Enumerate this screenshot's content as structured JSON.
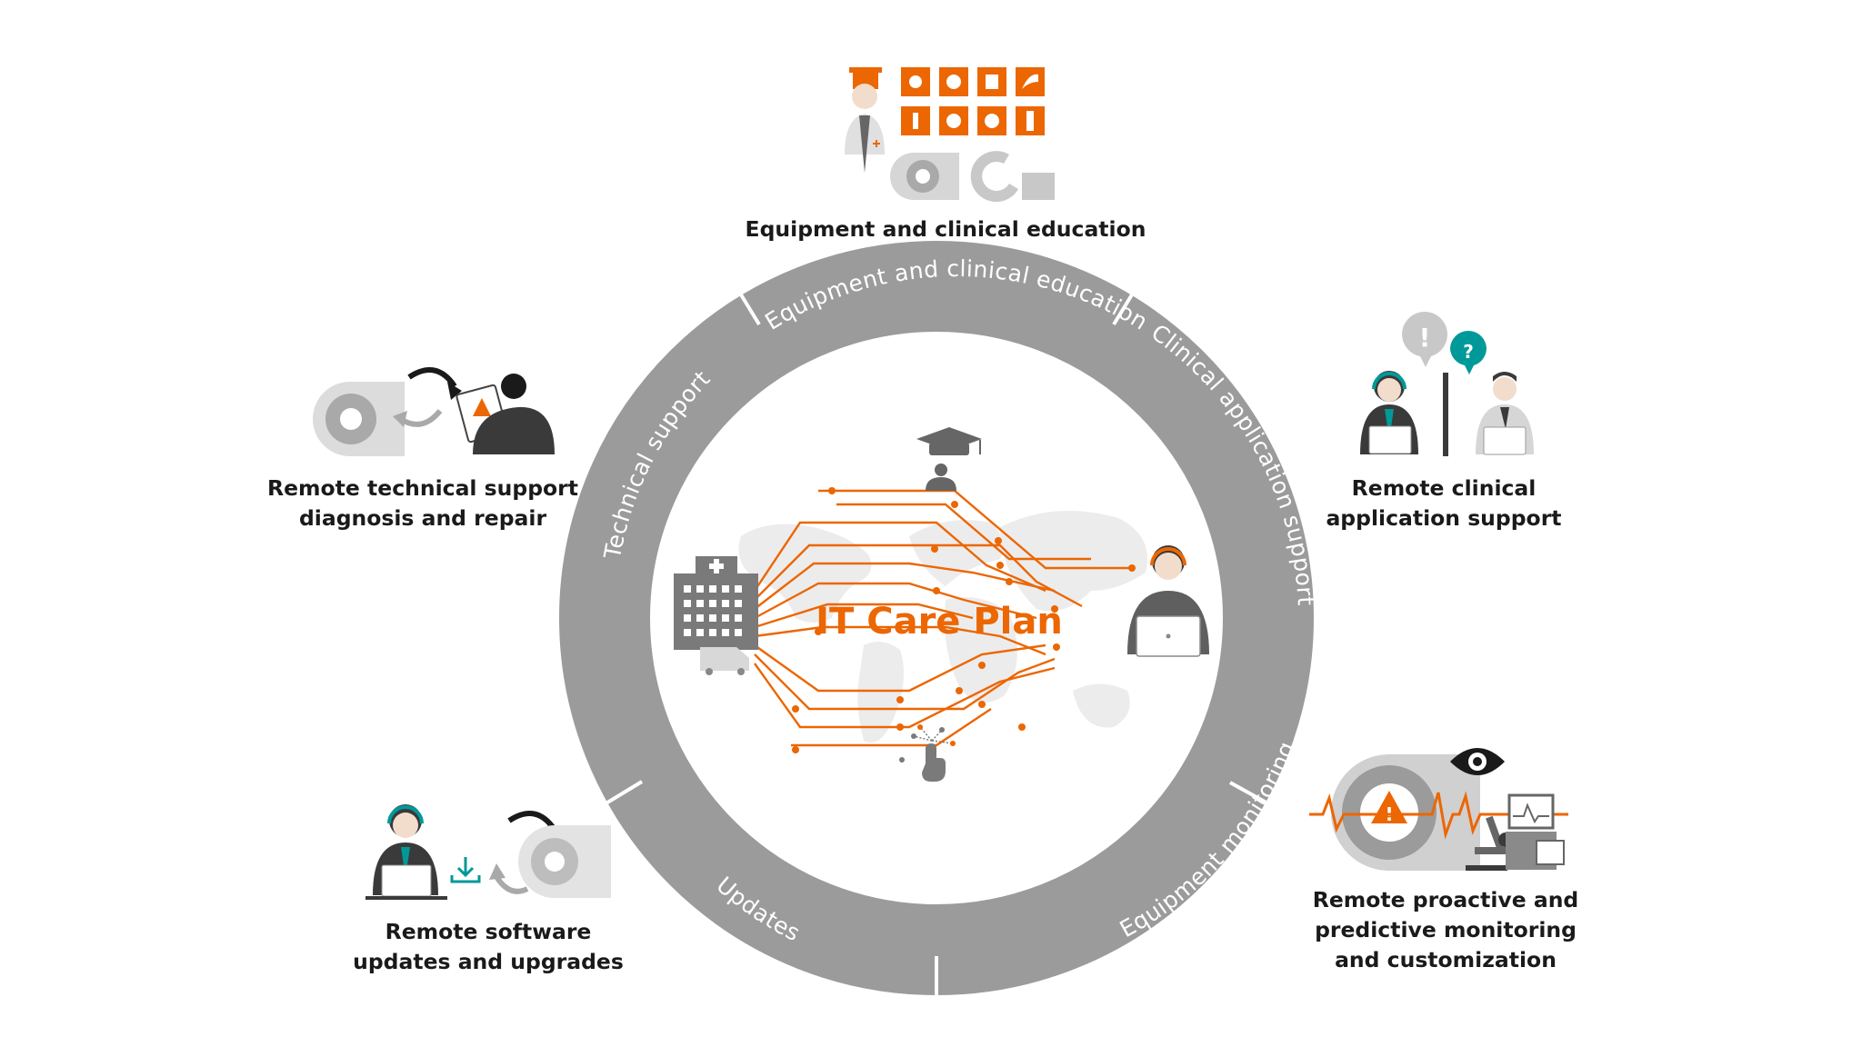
{
  "diagram": {
    "center_title": "IT Care Plan",
    "ring_segments": [
      "Equipment and clinical education",
      "Clinical application support",
      "Equipment monitoring",
      "Updates",
      "Technical support"
    ],
    "services": {
      "education": "Equipment and clinical education",
      "technical_support": [
        "Remote technical support",
        "diagnosis and repair"
      ],
      "clinical_support": [
        "Remote clinical",
        "application support"
      ],
      "software_updates": [
        "Remote software",
        "updates and upgrades"
      ],
      "monitoring": [
        "Remote proactive and",
        "predictive monitoring",
        "and customization"
      ]
    },
    "bubble_marks": {
      "exclamation": "!",
      "question": "?"
    },
    "warning_mark": "!",
    "colors": {
      "accent": "#ec6602",
      "ring": "#9b9b9b",
      "icon_gray": "#c8c8c8",
      "teal": "#009999",
      "dark": "#333333"
    },
    "icons": [
      "doctor-icon",
      "anatomy-grid-icon",
      "ct-scanner-icon",
      "c-arm-icon",
      "graduation-cap-icon",
      "hospital-icon",
      "ambulance-icon",
      "call-agent-icon",
      "touch-hand-icon",
      "world-map",
      "circuit-lines",
      "refresh-arrows-icon",
      "tablet-warning-icon",
      "speech-bubble-icon",
      "download-icon",
      "eye-icon",
      "heartbeat-line",
      "microscope-icon",
      "lab-monitor-icon"
    ]
  }
}
